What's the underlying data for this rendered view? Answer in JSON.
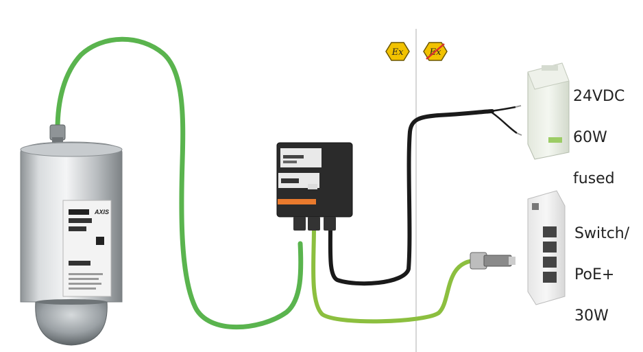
{
  "power_supply": {
    "label_lines": [
      "24VDC",
      "60W",
      "fused"
    ]
  },
  "network_switch": {
    "label_lines": [
      "Switch/",
      "PoE+",
      "30W"
    ]
  },
  "hazard_zone": {
    "ex_symbol": "Ex",
    "zone_icon": "ex-hazardous-area-icon",
    "safe_icon": "ex-crossed-out-icon"
  },
  "camera": {
    "brand": "AXIS"
  },
  "colors": {
    "ethernet_cable": "#5ab44e",
    "poe_cable": "#8cbf3f",
    "power_cable": "#1a1a1a",
    "ex_badge": "#f2c200",
    "ex_cross": "#d9342b",
    "zone_divider": "#c9c9c9"
  }
}
